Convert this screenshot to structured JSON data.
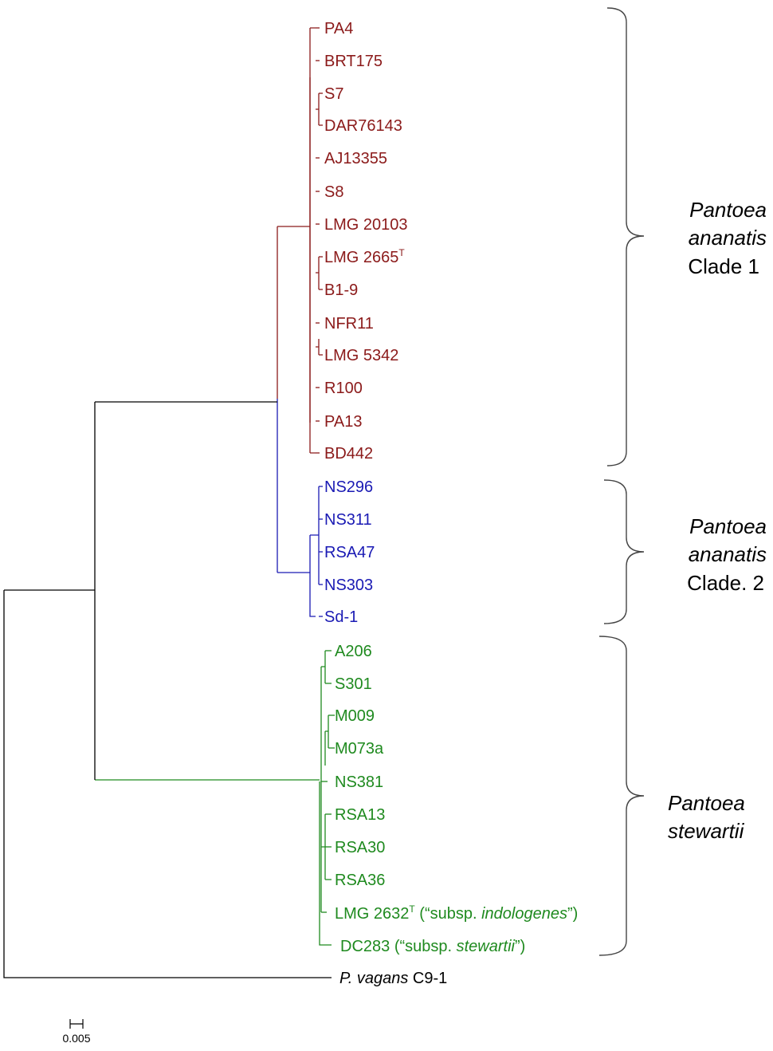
{
  "colors": {
    "clade1": "#8b1a1a",
    "clade2": "#1a1ab4",
    "stewartii": "#1f8a1f",
    "outgroup": "#000000"
  },
  "clade1_leaves": [
    "PA4",
    "BRT175",
    "S7",
    "DAR76143",
    "AJ13355",
    "S8",
    "LMG 20103",
    "LMG 2665",
    "B1-9",
    "NFR11",
    "LMG 5342",
    "R100",
    "PA13",
    "BD442"
  ],
  "type_strain_mark": "T",
  "clade2_leaves": [
    "NS296",
    "NS311",
    "RSA47",
    "NS303",
    "Sd-1"
  ],
  "stewartii_leaves": [
    "A206",
    "S301",
    "M009",
    "M073a",
    "NS381",
    "RSA13",
    "RSA30",
    "RSA36"
  ],
  "lmg2632": {
    "name": "LMG 2632",
    "open": " (“subsp. ",
    "subsp": "indologenes",
    "close": "”)"
  },
  "dc283": {
    "name": "DC283",
    "open": " (“subsp. ",
    "subsp": "stewartii",
    "close": "”)"
  },
  "outgroup": {
    "genus": "P. vagans",
    "strain": " C9-1"
  },
  "clades": {
    "clade1": {
      "line1": "Pantoea",
      "line2": "ananatis",
      "line3": "Clade 1"
    },
    "clade2": {
      "line1": "Pantoea",
      "line2": "ananatis",
      "line3": "Clade. 2"
    },
    "stewartii": {
      "line1": "Pantoea",
      "line2": "stewartii"
    }
  },
  "scale": {
    "label": "0.005"
  }
}
